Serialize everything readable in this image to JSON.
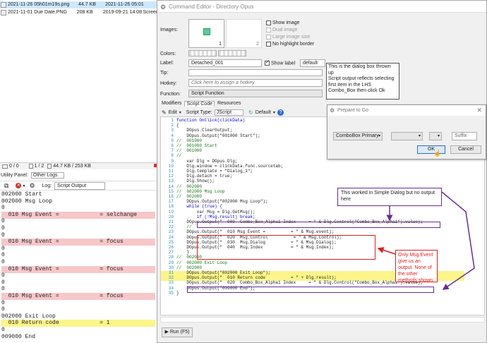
{
  "file_list": {
    "rows": [
      {
        "name": "2021-11-26 05h01m19s.png",
        "size": "44.7 KB",
        "date": "2021-11-26 05:01",
        "type": ""
      },
      {
        "name": "2021-11-01 Due Date.PNG",
        "size": "208 KB",
        "date": "2019-09-21 14:08",
        "type": "Screensh"
      }
    ]
  },
  "left_panel": {
    "status_left": "0 / 0",
    "status_mid": "1 / 2",
    "status_size": "44.7 KB / 253 KB",
    "utility_label": "Utility Panel:",
    "utility_value": "Other Logs",
    "log_label": "Log:",
    "log_value": "Script Output",
    "output_lines": [
      {
        "t": "002000 Start",
        "h": ""
      },
      {
        "t": "002000 Msg Loop",
        "h": ""
      },
      {
        "t": "0",
        "h": ""
      },
      {
        "t": "  010 Msg Event =            = selchange",
        "h": "red"
      },
      {
        "t": "0",
        "h": ""
      },
      {
        "t": "0",
        "h": ""
      },
      {
        "t": "0",
        "h": ""
      },
      {
        "t": "  010 Msg Event =            = focus",
        "h": "red"
      },
      {
        "t": "0",
        "h": ""
      },
      {
        "t": "0",
        "h": ""
      },
      {
        "t": "0",
        "h": ""
      },
      {
        "t": "  010 Msg Event =            = focus",
        "h": "red"
      },
      {
        "t": "0",
        "h": ""
      },
      {
        "t": "0",
        "h": ""
      },
      {
        "t": "0",
        "h": ""
      },
      {
        "t": "  010 Msg Event =            = focus",
        "h": "red"
      },
      {
        "t": "0",
        "h": ""
      },
      {
        "t": "0",
        "h": ""
      },
      {
        "t": "002000 Exit Loop",
        "h": ""
      },
      {
        "t": "  010 Return code            = 1",
        "h": "yellow"
      },
      {
        "t": "0",
        "h": ""
      },
      {
        "t": "009000 End",
        "h": ""
      }
    ]
  },
  "editor": {
    "title": "Command Editor - Directory Opus",
    "images_label": "Images:",
    "image_slot_1": "1",
    "image_slot_2": "2",
    "show_image": "Show image",
    "dual_image": "Dual image",
    "large_image_size": "Large image size",
    "no_highlight_border": "No highlight border",
    "colors_label": "Colors:",
    "label_label": "Label:",
    "label_value": "Detached_001",
    "show_label": "Show label",
    "label_mode": "default",
    "tip_label": "Tip:",
    "hotkey_label": "Hotkey:",
    "hotkey_placeholder": "Click here to assign a hotkey",
    "function_label": "Function:",
    "function_value": "Script Function",
    "tabs": [
      "Modifiers",
      "Script Code",
      "Resources"
    ],
    "toolbar_edit": "Edit",
    "script_type_label": "Script Type:",
    "script_type_value": "JScript",
    "default_label": "Default",
    "run_label": "Run (F5)"
  },
  "code_lines": [
    "function OnClick(clickData)",
    "{",
    "    DOpus.ClearOutput;",
    "    DOpus.Output(\"001000 Start\");",
    "//  001000",
    "//  001000 Start",
    "//  001000",
    "//",
    "    var Dlg = DOpus.Dlg;",
    "    Dlg.window = clickData.func.sourcetab;",
    "    Dlg.template = \"Dialog_1\";",
    "    Dlg.detach = true;",
    "    Dlg.Show();",
    "//  002000",
    "//  002000 Msg Loop",
    "//  002000",
    "    DOpus.Output(\"002000 Msg Loop\");",
    "    while (true) {",
    "        var Msg = Dlg.GetMsg();",
    "        if (!Msg.result) break;",
    "    DOpus.Output(\"  000  Combo_Box_Alpha1 Index     = \" & Dlg.Control(\"Combo_Box_Alpha1\").value);",
    "    //",
    "    DOpus.Output(\"  010 Msg Event =          = \" & Msg.event);",
    "    DOpus.Output(\"  020  Msg.Control          = \" & Msg.Control);",
    "    DOpus.Output(\"  030  Msg.Dialog          = \" & Msg.Dialog);",
    "    DOpus.Output(\"  040  Msg.Index           = \" & Msg.Index);",
    "    }",
    "//  002000",
    "//  002000 Exit Loop",
    "//  002000",
    "    DOpus.Output(\"002000 Exit Loop\");",
    "    DOpus.Output(\"  010 Return code          = \" + Dlg.result);",
    "    DOpus.Output(\"  020  Combo_Box_Alpha1 Index     = \" & Dlg.Control(\"Combo_Box_Alpha1\").value);",
    "    DOpus.Output(\"009000 End\");",
    "}"
  ],
  "code_line_styles": [
    "kw",
    "",
    "",
    "",
    "cm",
    "cm",
    "cm",
    "cm",
    "",
    "",
    "",
    "",
    "",
    "cm",
    "cm",
    "cm",
    "",
    "kw",
    "",
    "kw",
    "",
    "cm",
    "",
    "",
    "",
    "",
    "",
    "cm",
    "cm",
    "cm",
    "",
    "",
    "",
    "",
    ""
  ],
  "prepare": {
    "title": "Prepare to Go",
    "combo_label": "ComboBox Primary",
    "suffix": "Suffix",
    "ok": "OK",
    "cancel": "Cancel"
  },
  "annotations": {
    "dialog_note": "This is the dialog box thrown up\nScript output reflects selecting first item in the LHS Combo_Box then click Ok",
    "simple_dialog_note": "This worked in Simple Dialog but no output here",
    "msg_event_note": "Only Msg Event give us an output. None of the other methods shown"
  },
  "colors": {
    "annotation_purple": "#6a2c91",
    "annotation_red": "#e02020",
    "highlight_yellow": "#fbf58a",
    "highlight_red": "#f7c7c9"
  }
}
